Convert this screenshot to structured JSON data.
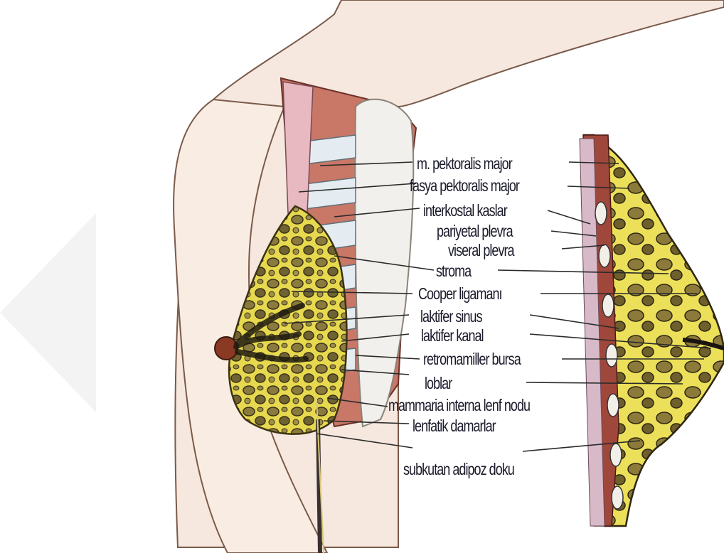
{
  "labels": {
    "pektoralis_major": "m. pektoralis major",
    "fasya": "fasya pektoralis major",
    "interkostal": "interkostal kaslar",
    "pariyetal": "pariyetal plevra",
    "viseral": "viseral plevra",
    "stroma": "stroma",
    "cooper": "Cooper ligamanı",
    "laktifer_sinus": "laktifer sinus",
    "laktifer_kanal": "laktifer kanal",
    "retromamiller": "retromamiller bursa",
    "loblar": "loblar",
    "mammaria": "mammaria interna lenf nodu",
    "lenfatik": "lenfatik damarlar",
    "subkutan": "subkutan adipoz doku"
  },
  "colors": {
    "skin": "#f6e7dc",
    "skin_outline": "#7a5a4a",
    "muscle": "#b8665a",
    "muscle_dark": "#8e3d35",
    "fat_yellow": "#e9dd55",
    "lobule": "#7a6b3a",
    "rib": "#e6edf2",
    "pleura": "#d9b8c9",
    "leader": "#2a2a2a"
  }
}
